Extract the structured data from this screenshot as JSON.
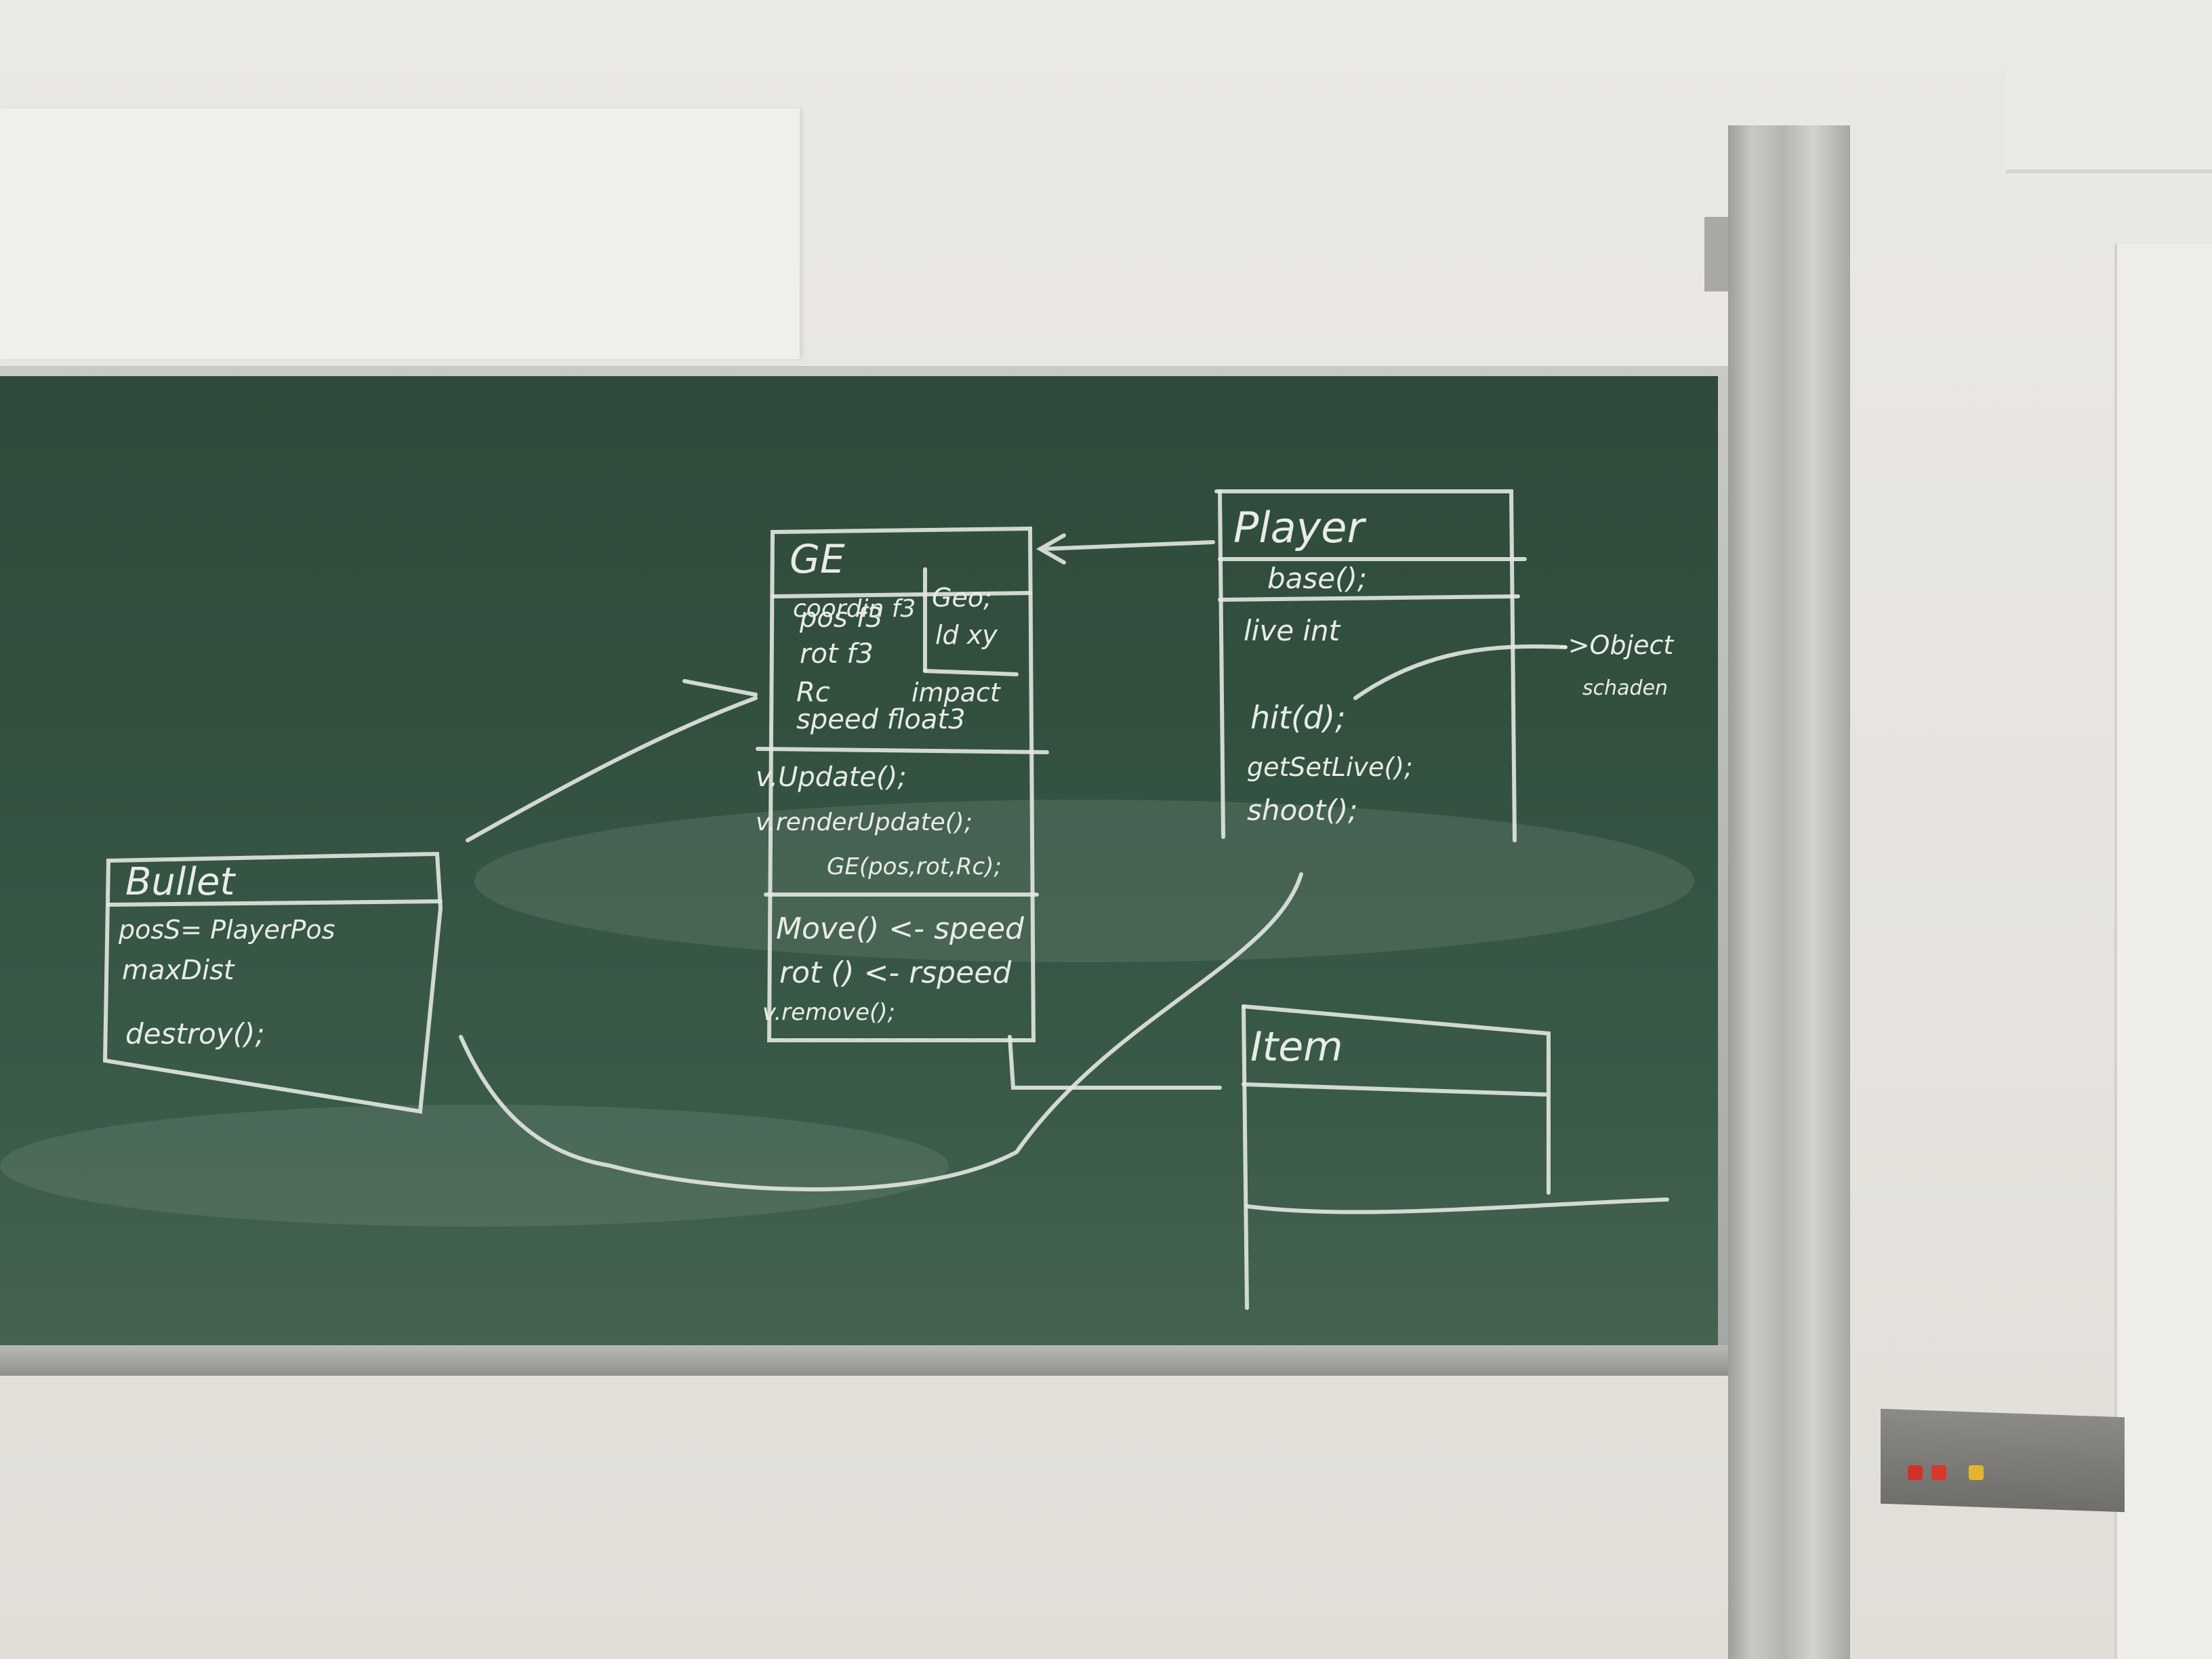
{
  "board": {
    "ge": {
      "title": "GE",
      "attrs": [
        "coordin f3",
        "pos f3",
        "rot f3",
        "Rc",
        "speed float3"
      ],
      "impact": "impact",
      "geo": "Geo;",
      "geo2": "ld xy",
      "methods": [
        "v.Update();",
        "v.renderUpdate();",
        "GE(pos,rot,Rc);"
      ],
      "moves": [
        "Move() <- speed",
        "rot () <- rspeed",
        "v.remove();"
      ]
    },
    "player": {
      "title": "Player",
      "base": "base();",
      "attrs": [
        "live int"
      ],
      "methods": [
        "hit(d);",
        "getSetLive();",
        "shoot();"
      ]
    },
    "object_note": "->Object",
    "object_sub": "schaden",
    "bullet": {
      "title": "Bullet",
      "attrs": [
        "posS= PlayerPos",
        "maxDist"
      ],
      "methods": [
        "destroy();"
      ]
    },
    "item": {
      "title": "Item"
    }
  }
}
